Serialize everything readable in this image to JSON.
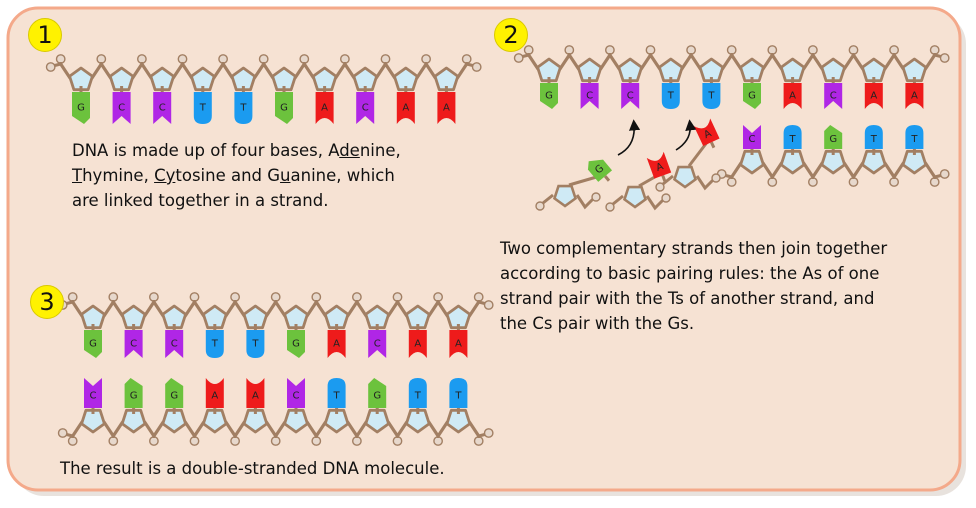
{
  "steps": [
    {
      "number": "1",
      "bases": [
        "G",
        "C",
        "C",
        "T",
        "T",
        "G",
        "A",
        "C",
        "A",
        "A"
      ],
      "caption": {
        "line1_a": "DNA is made up of four bases, A",
        "line1_u": "de",
        "line1_b": "nine,",
        "line2_u1": "T",
        "line2_a": "hymine, ",
        "line2_u2": "Cy",
        "line2_b": "tosine and G",
        "line2_u3": "u",
        "line2_c": "anine, which",
        "line3": "are linked together in a strand."
      }
    },
    {
      "number": "2",
      "top_bases": [
        "G",
        "C",
        "C",
        "T",
        "T",
        "G",
        "A",
        "C",
        "A",
        "A"
      ],
      "paired_bottom": [
        "C",
        "T",
        "G",
        "T",
        "T"
      ],
      "joining_bases": [
        "G",
        "A",
        "A"
      ],
      "caption": [
        "Two complementary strands then join together",
        "according to basic pairing rules: the As of one",
        "strand pair with the Ts of another strand, and",
        "the Cs pair with the Gs."
      ]
    },
    {
      "number": "3",
      "top_bases": [
        "G",
        "C",
        "C",
        "T",
        "T",
        "G",
        "A",
        "C",
        "A",
        "A"
      ],
      "bottom_bases": [
        "C",
        "G",
        "G",
        "A",
        "A",
        "C",
        "T",
        "G",
        "T",
        "T"
      ],
      "caption": "The result is a double-stranded DNA molecule."
    }
  ],
  "colors": {
    "panel_fill": "#f6e2d3",
    "panel_border": "#f4a98a",
    "backbone": "#a27f63",
    "pentagon": "#cfeaf5",
    "phosphate": "#e7d8cc",
    "G": "#6cc23d",
    "C": "#b026e6",
    "T": "#1b9bf0",
    "A": "#ee1b1b",
    "badge": "#fff200"
  }
}
